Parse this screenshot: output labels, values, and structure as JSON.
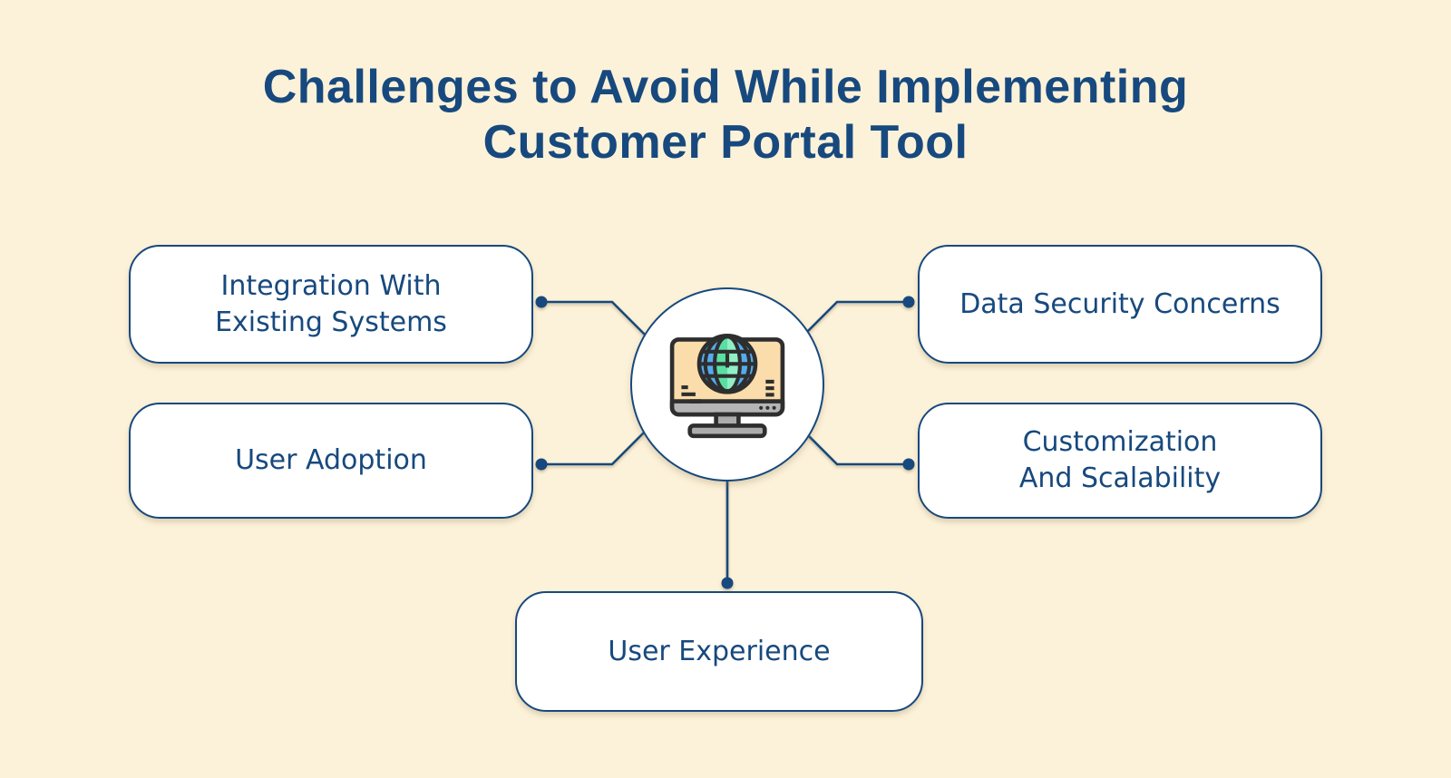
{
  "colors": {
    "bg": "#FCF2D9",
    "accent": "#17497E",
    "node_bg": "#FFFFFF"
  },
  "icon_colors": {
    "outline": "#2E2E2E",
    "screen": "#FBDCAB",
    "globe_blue": "#54ACEE",
    "globe_green": "#5ADFA3",
    "globe_green_light": "#90EFC7",
    "hardware_gray": "#B5B5B5",
    "stand_gray": "#ACACAC"
  },
  "title": {
    "line1": "Challenges to Avoid While Implementing",
    "line2": "Customer Portal Tool"
  },
  "center": {
    "icon": "computer-globe-icon"
  },
  "nodes": [
    {
      "id": "integration-with-existing-systems",
      "position": "top-left",
      "lines": [
        "Integration With",
        "Existing Systems"
      ]
    },
    {
      "id": "data-security-concerns",
      "position": "top-right",
      "lines": [
        "Data Security Concerns"
      ]
    },
    {
      "id": "user-adoption",
      "position": "middle-left",
      "lines": [
        "User Adoption"
      ]
    },
    {
      "id": "customization-and-scalability",
      "position": "middle-right",
      "lines": [
        "Customization",
        "And Scalability"
      ]
    },
    {
      "id": "user-experience",
      "position": "bottom-center",
      "lines": [
        "User Experience"
      ]
    }
  ]
}
